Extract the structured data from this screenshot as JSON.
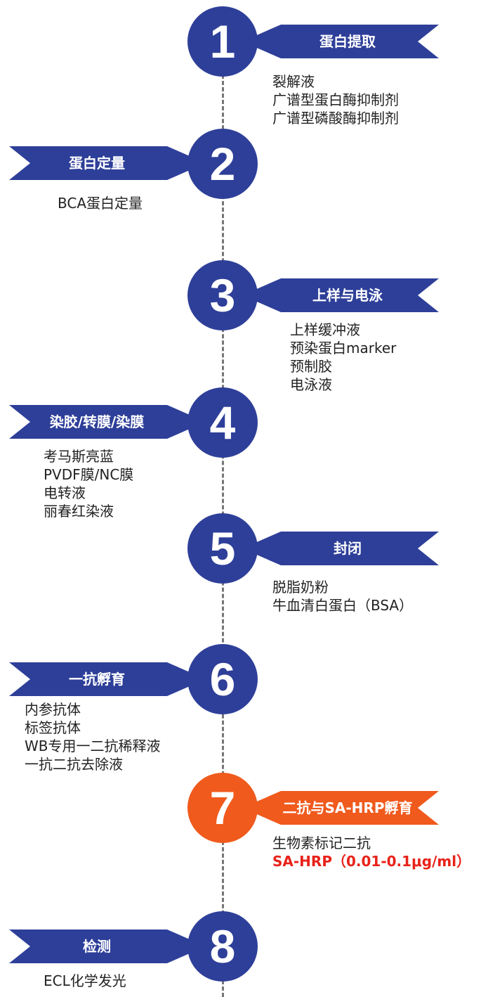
{
  "colors": {
    "primary": "#2e3f99",
    "highlight": "#f05a1d",
    "highlight_text": "#e8221a",
    "line": "#777777"
  },
  "steps": [
    {
      "number": "1",
      "title": "蛋白提取",
      "items": [
        "裂解液",
        "广谱型蛋白酶抑制剂",
        "广谱型磷酸酶抑制剂"
      ]
    },
    {
      "number": "2",
      "title": "蛋白定量",
      "items": [
        "BCA蛋白定量"
      ]
    },
    {
      "number": "3",
      "title": "上样与电泳",
      "items": [
        "上样缓冲液",
        "预染蛋白marker",
        "预制胶",
        "电泳液"
      ]
    },
    {
      "number": "4",
      "title": "染胶/转膜/染膜",
      "items": [
        "考马斯亮蓝",
        "PVDF膜/NC膜",
        "电转液",
        "丽春红染液"
      ]
    },
    {
      "number": "5",
      "title": "封闭",
      "items": [
        "脱脂奶粉",
        "牛血清白蛋白（BSA）"
      ]
    },
    {
      "number": "6",
      "title": "一抗孵育",
      "items": [
        "内参抗体",
        "标签抗体",
        "WB专用一二抗稀释液",
        "一抗二抗去除液"
      ]
    },
    {
      "number": "7",
      "title": "二抗与SA-HRP孵育",
      "items": [
        "生物素标记二抗",
        "SA-HRP（0.01-0.1μg/ml）"
      ]
    },
    {
      "number": "8",
      "title": "检测",
      "items": [
        "ECL化学发光"
      ]
    }
  ]
}
